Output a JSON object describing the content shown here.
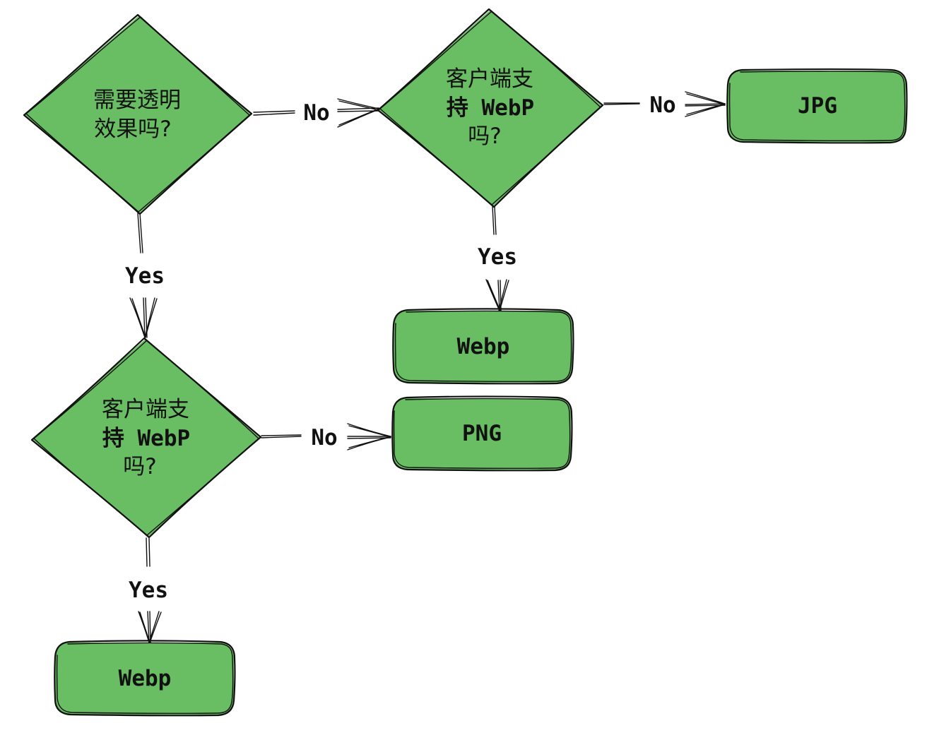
{
  "diagram": {
    "nodes": {
      "need_transparency": {
        "line1": "需要透明",
        "line2": "效果吗?"
      },
      "webp_check_top": {
        "line1": "客户端支",
        "line2": "持 WebP",
        "line3": "吗?"
      },
      "webp_check_bottom": {
        "line1": "客户端支",
        "line2": "持 WebP",
        "line3": "吗?"
      },
      "jpg": {
        "label": "JPG"
      },
      "webp_top": {
        "label": "Webp"
      },
      "png": {
        "label": "PNG"
      },
      "webp_bottom": {
        "label": "Webp"
      }
    },
    "edges": {
      "transparency_no": {
        "label": "No"
      },
      "transparency_yes": {
        "label": "Yes"
      },
      "top_webp_no": {
        "label": "No"
      },
      "top_webp_yes": {
        "label": "Yes"
      },
      "bottom_webp_no": {
        "label": "No"
      },
      "bottom_webp_yes": {
        "label": "Yes"
      }
    },
    "colors": {
      "node_fill": "#69bd62",
      "stroke": "#111111",
      "background": "#ffffff"
    }
  }
}
